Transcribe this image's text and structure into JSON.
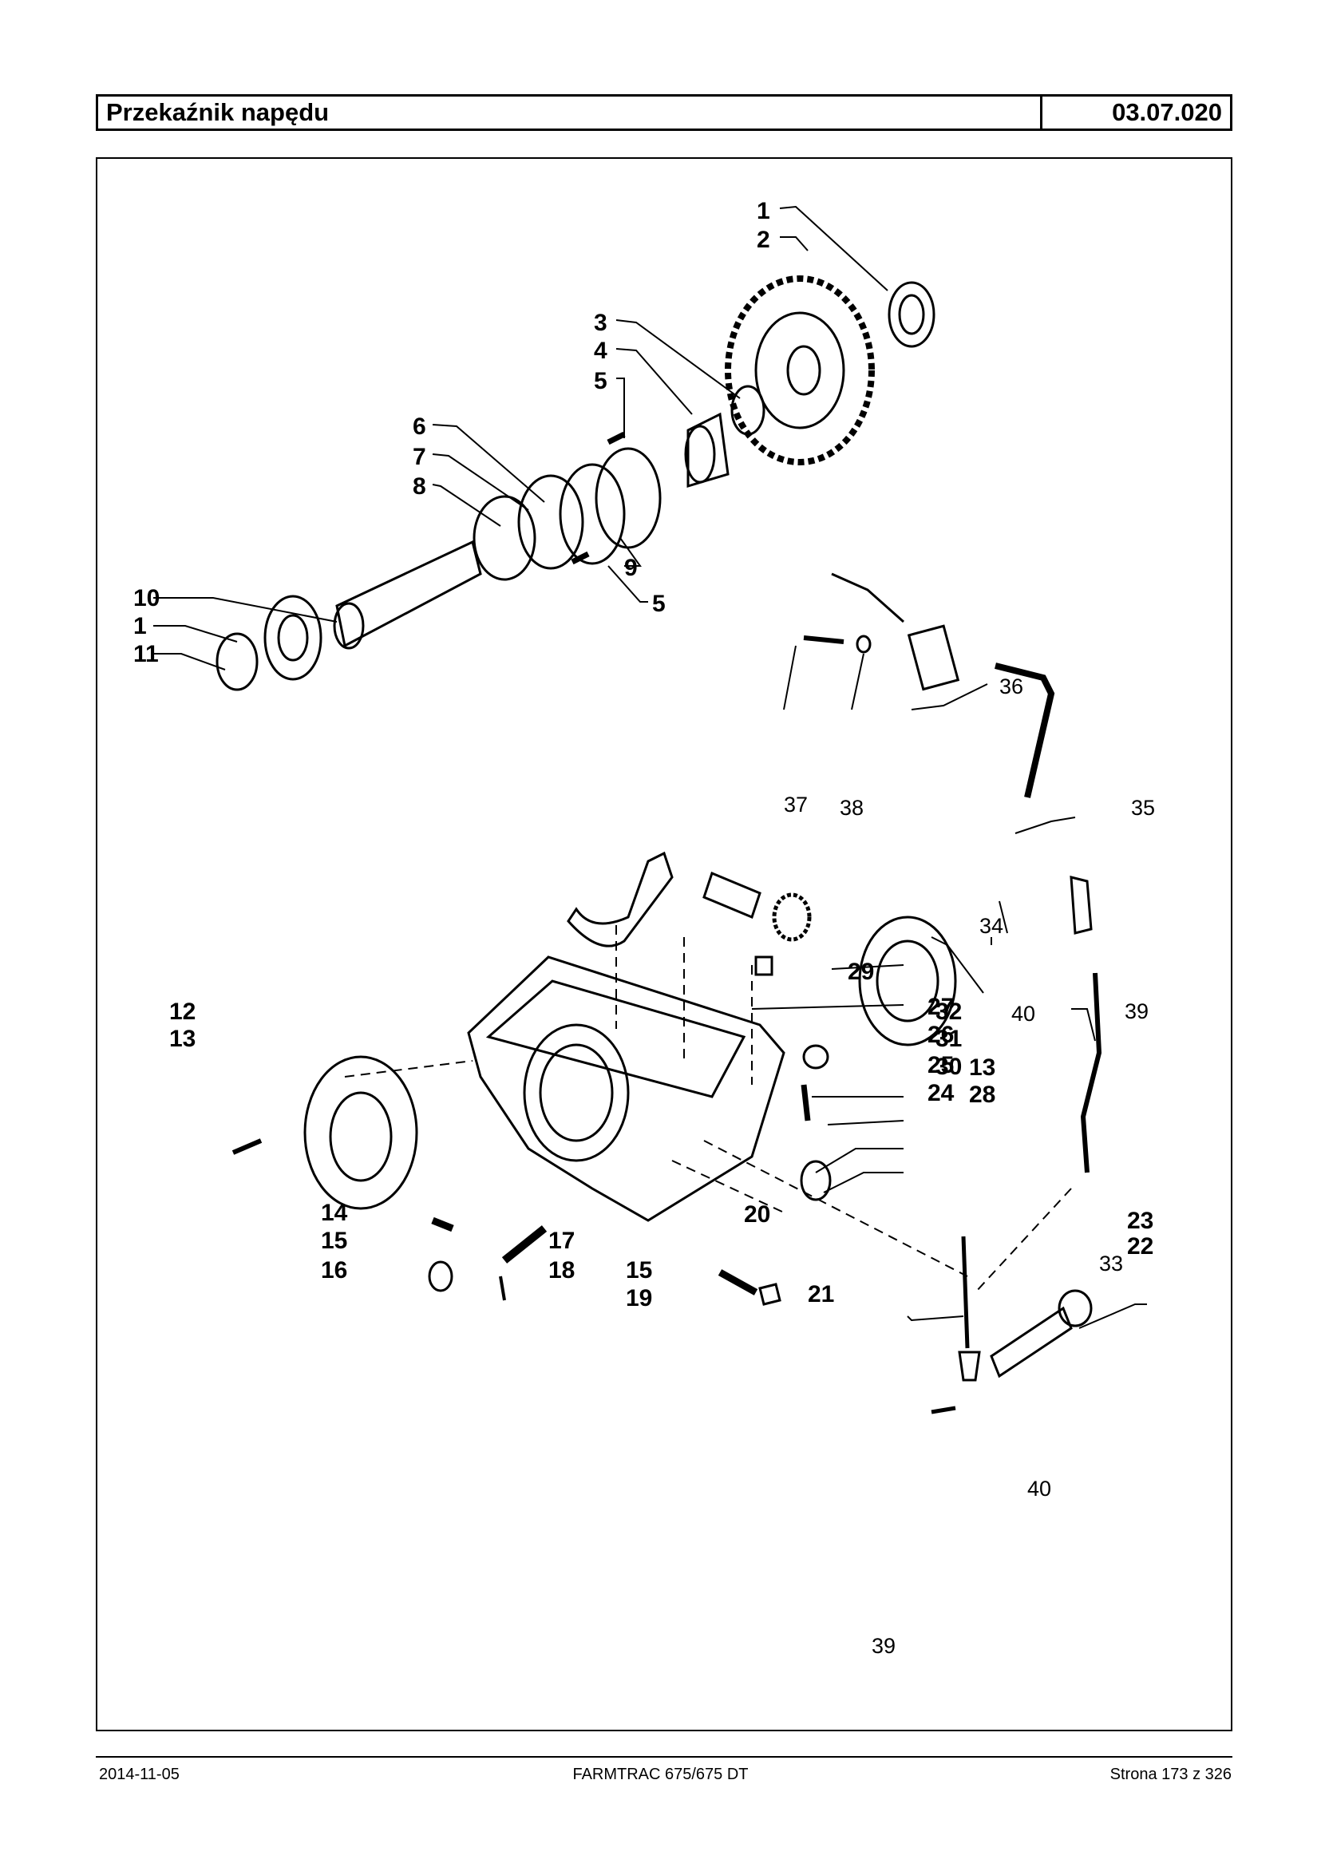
{
  "header": {
    "title": "Przekaźnik napędu",
    "code": "03.07.020"
  },
  "diagram": {
    "callouts": [
      "1",
      "2",
      "3",
      "4",
      "5",
      "6",
      "7",
      "8",
      "10",
      "1",
      "11",
      "9",
      "5",
      "36",
      "37",
      "38",
      "35",
      "34",
      "39",
      "40",
      "39",
      "32",
      "31",
      "30",
      "13",
      "28",
      "29",
      "27",
      "26",
      "25",
      "24",
      "12",
      "13",
      "14",
      "15",
      "16",
      "17",
      "18",
      "15",
      "19",
      "20",
      "21",
      "33",
      "40",
      "23",
      "22",
      "39"
    ]
  },
  "footer": {
    "date": "2014-11-05",
    "model": "FARMTRAC 675/675 DT",
    "page": "Strona 173 z 326"
  }
}
